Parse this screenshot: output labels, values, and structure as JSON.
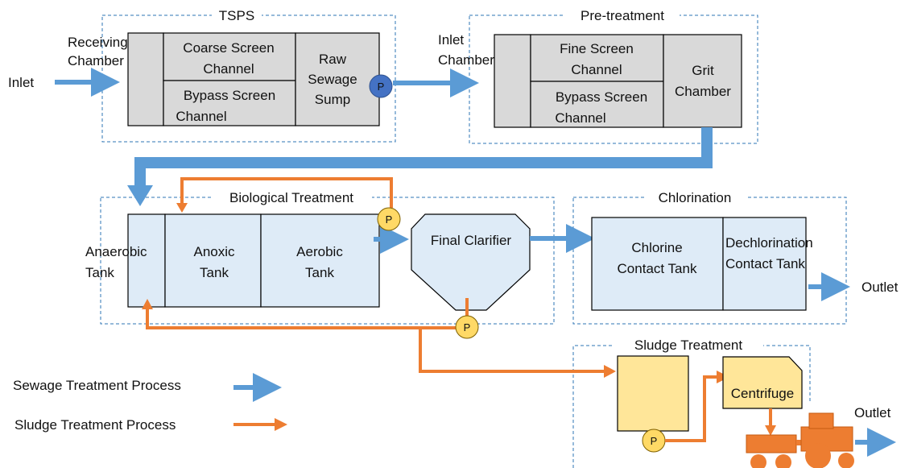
{
  "colors": {
    "sewage_flow": "#5B9BD5",
    "sludge_flow": "#ED7D31",
    "pump_blue": "#4472C4",
    "pump_yellow": "#FFD966",
    "gray_unit": "#D9D9D9",
    "blue_unit": "#DEEBF7",
    "yellow_unit": "#FFE699",
    "dashed_border": "#2E75B6"
  },
  "labels": {
    "inlet": "Inlet",
    "receiving_chamber": [
      "Receiving",
      "Chamber"
    ],
    "inlet_chamber": [
      "Inlet",
      "Chamber"
    ],
    "outlet_chlorination": "Outlet",
    "outlet_sludge": "Outlet",
    "pump": "P"
  },
  "groups": {
    "tsps": "TSPS",
    "pretreatment": "Pre-treatment",
    "biological": "Biological Treatment",
    "chlorination": "Chlorination",
    "sludge": "Sludge Treatment"
  },
  "units": {
    "coarse_screen": [
      "Coarse Screen",
      "Channel"
    ],
    "bypass_screen_1": [
      "Bypass Screen",
      "Channel"
    ],
    "raw_sewage_sump": [
      "Raw",
      "Sewage",
      "Sump"
    ],
    "fine_screen": [
      "Fine Screen",
      "Channel"
    ],
    "bypass_screen_2": [
      "Bypass Screen",
      "Channel"
    ],
    "grit_chamber": [
      "Grit",
      "Chamber"
    ],
    "anaerobic_tank": [
      "Anaerobic",
      "Tank"
    ],
    "anoxic_tank": [
      "Anoxic",
      "Tank"
    ],
    "aerobic_tank": [
      "Aerobic",
      "Tank"
    ],
    "final_clarifier": "Final Clarifier",
    "chlorine_contact": [
      "Chlorine",
      "Contact Tank"
    ],
    "dechlorination_contact": [
      "Dechlorination",
      "Contact Tank"
    ],
    "centrifuge": "Centrifuge"
  },
  "legend": {
    "sewage": "Sewage Treatment Process",
    "sludge": "Sludge Treatment Process"
  }
}
